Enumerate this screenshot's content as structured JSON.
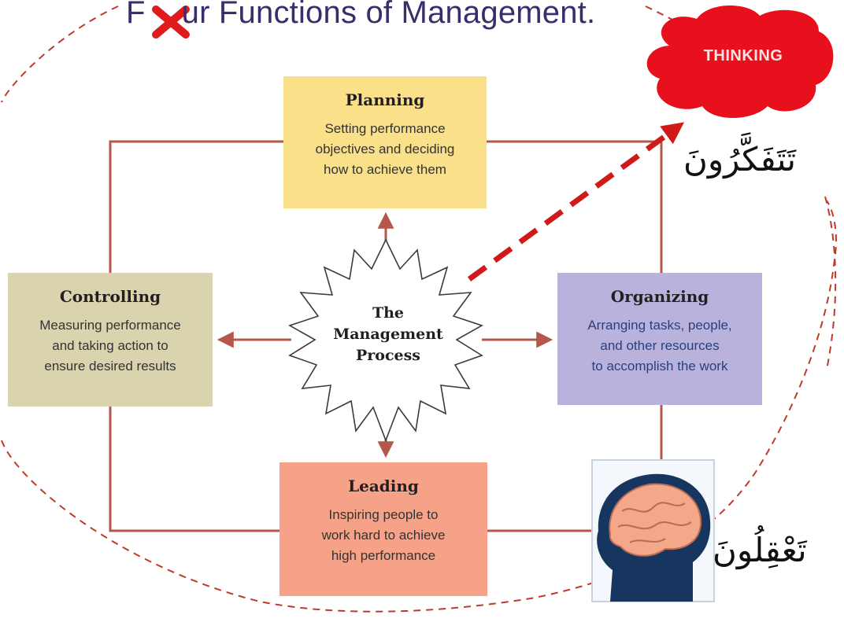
{
  "title": {
    "first_letter": "F",
    "rest": "ur Functions of Management."
  },
  "center": {
    "label": "The\nManagement\nProcess"
  },
  "boxes": {
    "planning": {
      "heading": "Planning",
      "description": "Setting performance\nobjectives and deciding\nhow to achieve them"
    },
    "organizing": {
      "heading": "Organizing",
      "description": "Arranging tasks, people,\nand other resources\nto accomplish the work"
    },
    "leading": {
      "heading": "Leading",
      "description": "Inspiring people to\nwork hard to achieve\nhigh performance"
    },
    "controlling": {
      "heading": "Controlling",
      "description": "Measuring performance\nand taking action to\nensure desired results"
    }
  },
  "cloud": {
    "label": "THINKING"
  },
  "arabic": {
    "top": "تَتَفَكَّرُونَ",
    "bottom": "تَعْقِلُونَ"
  },
  "colors": {
    "planning": "#fbe08a",
    "organizing": "#b8b2dc",
    "leading": "#f5a289",
    "controlling": "#d9d4ad",
    "connector": "#b5574b",
    "cloud": "#e8101c",
    "arrow_dashed": "#d01a1a",
    "title": "#3b2d6b"
  }
}
